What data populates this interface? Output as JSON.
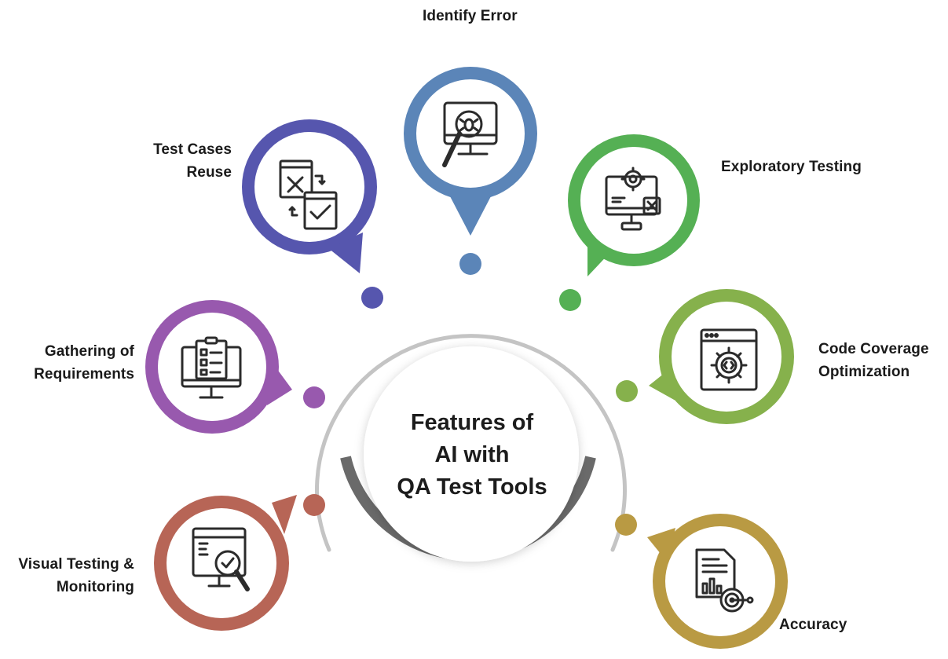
{
  "center": {
    "line1": "Features of",
    "line2": "AI with",
    "line3": "QA Test Tools"
  },
  "features": [
    {
      "id": "identify-error",
      "lines": [
        "Identify Error"
      ],
      "color": "#5b85b8",
      "icon": "bug-magnifier-monitor-icon"
    },
    {
      "id": "exploratory-testing",
      "lines": [
        "Exploratory Testing"
      ],
      "color": "#55b054",
      "icon": "gear-monitor-icon"
    },
    {
      "id": "code-coverage",
      "lines": [
        "Code Coverage",
        "Optimization"
      ],
      "color": "#86b14c",
      "icon": "code-gear-window-icon"
    },
    {
      "id": "accuracy",
      "lines": [
        "Accuracy"
      ],
      "color": "#b99a43",
      "icon": "target-report-icon"
    },
    {
      "id": "visual-testing",
      "lines": [
        "Visual Testing &",
        "Monitoring"
      ],
      "color": "#b76556",
      "icon": "magnifier-check-monitor-icon"
    },
    {
      "id": "gathering-requirements",
      "lines": [
        "Gathering of",
        "Requirements"
      ],
      "color": "#9859ae",
      "icon": "checklist-monitor-icon"
    },
    {
      "id": "test-cases-reuse",
      "lines": [
        "Test Cases",
        "Reuse"
      ],
      "color": "#5656ae",
      "icon": "cross-check-windows-icon"
    }
  ],
  "ring": {
    "arc_color": "#c4c4c4",
    "base_color": "#6a6a6a"
  }
}
